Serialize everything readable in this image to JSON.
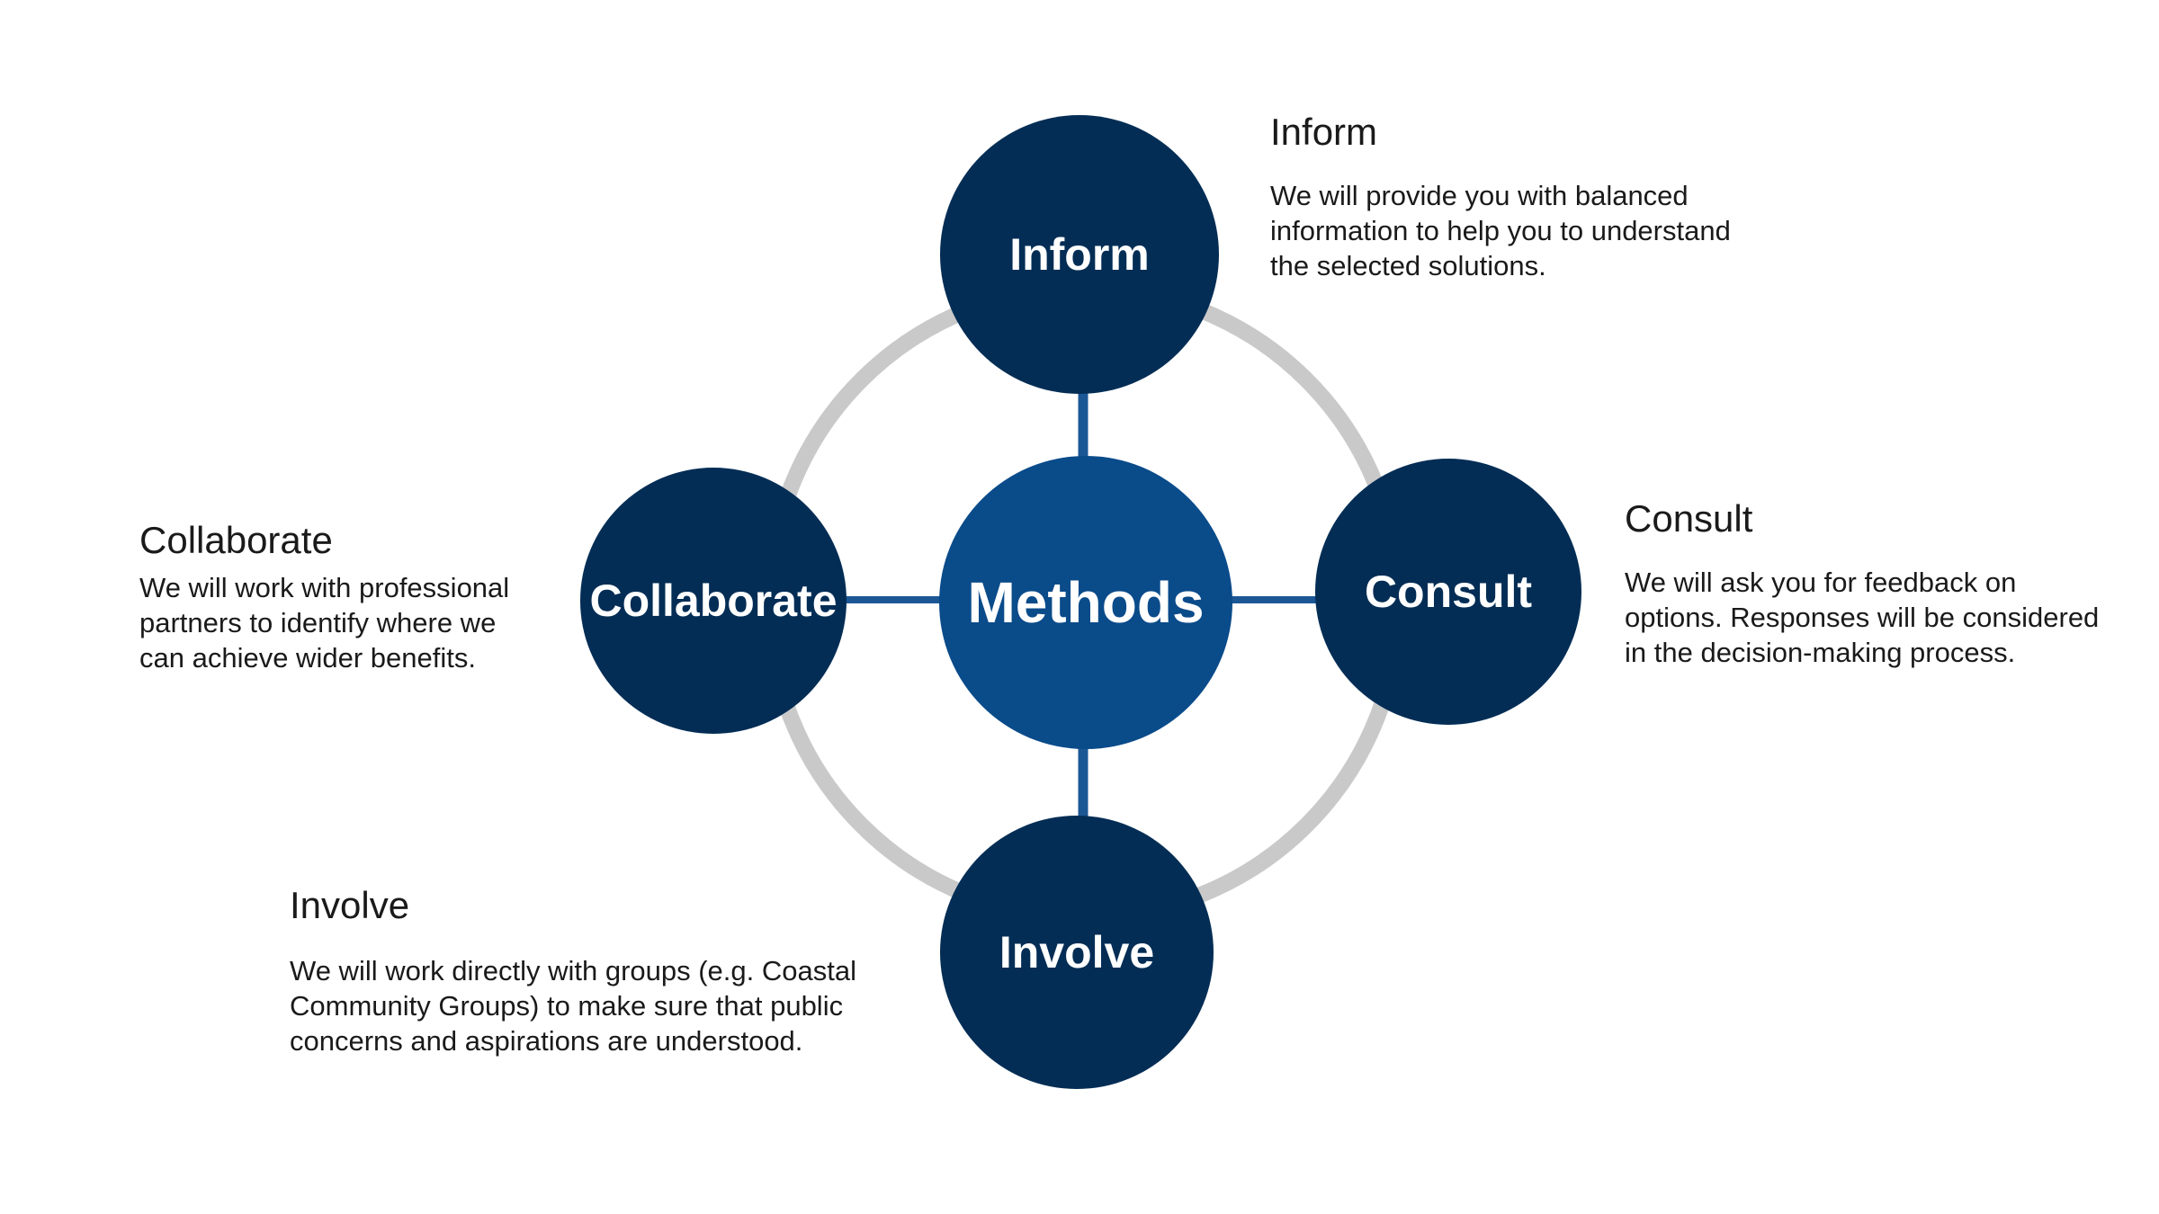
{
  "diagram": {
    "center": {
      "label": "Methods"
    },
    "nodes": [
      {
        "id": "inform",
        "circle_label": "Inform",
        "heading": "Inform",
        "description": "We will provide you with balanced\ninformation to help you to understand\nthe selected solutions."
      },
      {
        "id": "consult",
        "circle_label": "Consult",
        "heading": "Consult",
        "description": "We will ask you for feedback on\noptions. Responses will be considered\nin the decision-making process."
      },
      {
        "id": "involve",
        "circle_label": "Involve",
        "heading": "Involve",
        "description": "We will work directly with groups (e.g. Coastal\nCommunity Groups) to make sure that public\nconcerns and aspirations are understood."
      },
      {
        "id": "collaborate",
        "circle_label": "Collaborate",
        "heading": "Collaborate",
        "description": "We will work with professional\npartners to identify where we\ncan achieve wider benefits."
      }
    ],
    "colors": {
      "outer_circle_fill": "#032d55",
      "center_circle_fill": "#0a4b8a",
      "connector_line": "#1c5795",
      "ring": "#c9c9c9",
      "circle_label_text": "#ffffff",
      "body_text": "#1a1a1a",
      "background": "#ffffff"
    }
  }
}
